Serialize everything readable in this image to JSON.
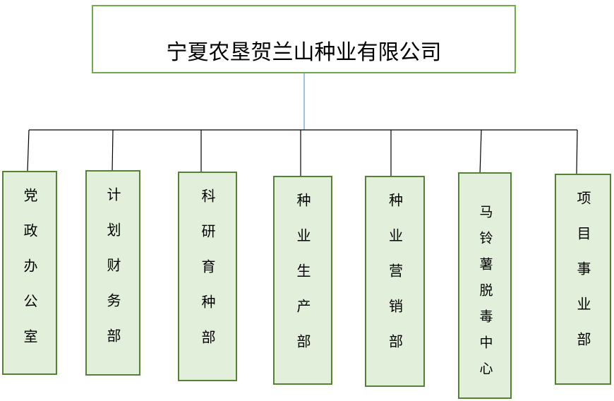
{
  "root": {
    "name": "宁夏农垦贺兰山种业有限公司"
  },
  "departments": [
    {
      "name": "党政办公室"
    },
    {
      "name": "计划财务部"
    },
    {
      "name": "科研育种部"
    },
    {
      "name": "种业生产部"
    },
    {
      "name": "种业营销部"
    },
    {
      "name": "马铃薯脱毒中心"
    },
    {
      "name": "项目事业部"
    }
  ],
  "colors": {
    "root_border": "#70ad47",
    "dept_border": "#548235",
    "dept_fill": "#e2efda",
    "trunk_line": "#5b9bd5",
    "branch_line": "#000000"
  }
}
